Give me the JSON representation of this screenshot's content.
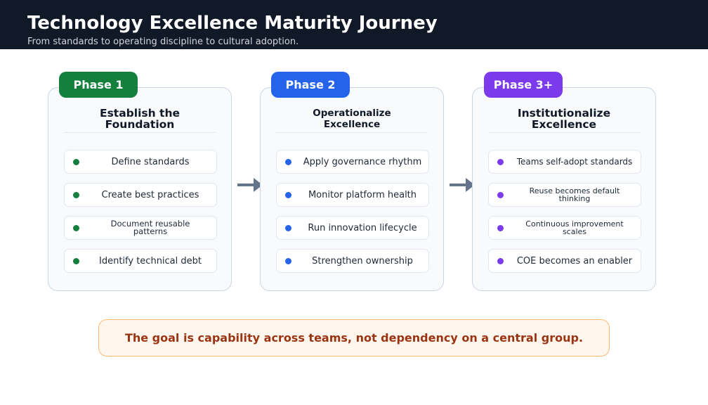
{
  "header": {
    "title": "Technology Excellence Maturity Journey",
    "subtitle": "From standards to operating discipline to cultural adoption."
  },
  "phases": [
    {
      "label": "Phase 1",
      "color": "#15803d",
      "title_line1": "Establish the",
      "title_line2": "Foundation",
      "items": [
        "Define standards",
        "Create best practices",
        "Document reusable patterns",
        "Identify technical debt"
      ]
    },
    {
      "label": "Phase 2",
      "color": "#2563eb",
      "title_line1": "Operationalize",
      "title_line2": "Excellence",
      "items": [
        "Apply governance rhythm",
        "Monitor platform health",
        "Run innovation lifecycle",
        "Strengthen ownership"
      ]
    },
    {
      "label": "Phase 3+",
      "color": "#7c3aed",
      "title_line1": "Institutionalize",
      "title_line2": "Excellence",
      "items": [
        "Teams self-adopt standards",
        "Reuse becomes default thinking",
        "Continuous improvement scales",
        "COE becomes an enabler"
      ]
    }
  ],
  "arrow_color": "#64748b",
  "goal": {
    "text": "The goal is capability across teams, not dependency on a central group."
  }
}
